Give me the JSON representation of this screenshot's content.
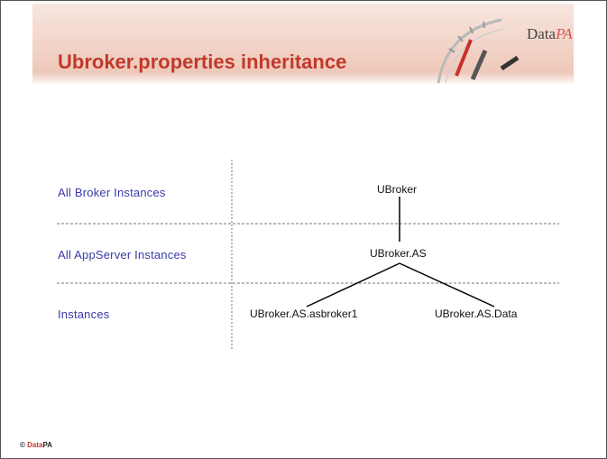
{
  "slide": {
    "title": "Ubroker.properties inheritance",
    "logo_text": "Data",
    "logo_accent": "PA",
    "footer_symbol": "©",
    "footer_brand": "Data",
    "footer_suffix": "PA"
  },
  "rows": [
    {
      "label": "All Broker Instances"
    },
    {
      "label": "All AppServer Instances"
    },
    {
      "label": "Instances"
    }
  ],
  "nodes": {
    "root": "UBroker",
    "middle": "UBroker.AS",
    "leaf_left": "UBroker.AS.asbroker1",
    "leaf_right": "UBroker.AS.Data"
  },
  "colors": {
    "title": "#c0392b",
    "row_label": "#3a3aa8",
    "line": "#000000",
    "divider": "#777777"
  }
}
